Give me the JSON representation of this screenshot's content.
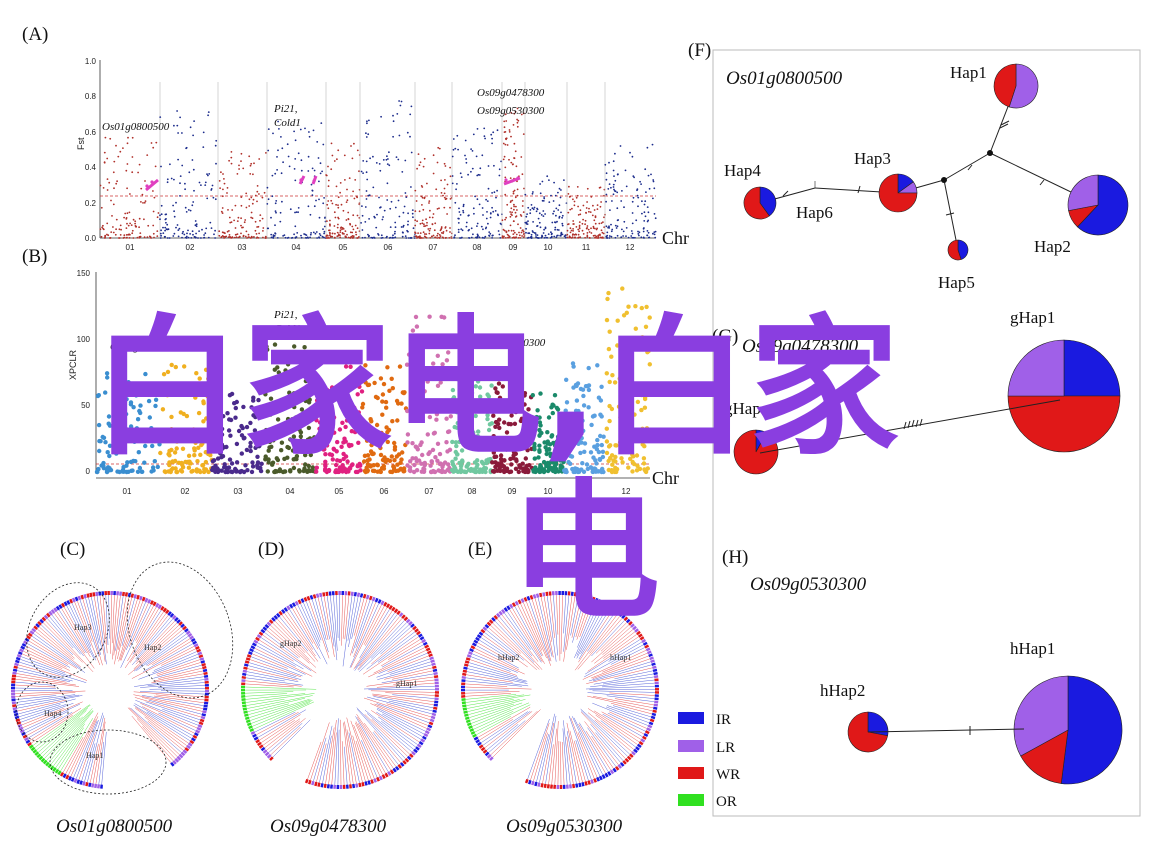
{
  "panels": {
    "A": {
      "letter": "(A)",
      "ylabel": "Fst",
      "yticks": [
        "0.0",
        "0.2",
        "0.4",
        "0.6",
        "0.8",
        "1.0"
      ],
      "chromosomes": [
        "01",
        "02",
        "03",
        "04",
        "05",
        "06",
        "07",
        "08",
        "09",
        "10",
        "11",
        "12"
      ],
      "chr_axis": "Chr",
      "annotations": [
        "Os01g0800500",
        "Pi21,",
        "Cold1",
        "Os09g0478300",
        "Os09g0530300"
      ],
      "colors": {
        "red": "#b0302a",
        "blue": "#1c2c8c",
        "pink": "#e040c0"
      }
    },
    "B": {
      "letter": "(B)",
      "ylabel": "XPCLR",
      "yticks": [
        "0",
        "50",
        "100",
        "150"
      ],
      "chromosomes": [
        "01",
        "02",
        "03",
        "04",
        "05",
        "06",
        "07",
        "08",
        "09",
        "10",
        "11",
        "12"
      ],
      "chr_axis": "Chr",
      "annotations": [
        "Os01g0800500",
        "Pi21,",
        "Cold1",
        "Os09g0530300"
      ],
      "colors": [
        "#3a8ed0",
        "#f0b020",
        "#4a2a8c",
        "#4a5a2a",
        "#e02080",
        "#e06a10",
        "#d070b0",
        "#70c8a0",
        "#8a1a3a",
        "#1a8a6a",
        "#5aa0e0",
        "#f0c030"
      ]
    },
    "C": {
      "letter": "(C)",
      "gene": "Os01g0800500",
      "labels": [
        "Hap3",
        "Hap2",
        "Hap4",
        "Hap1"
      ]
    },
    "D": {
      "letter": "(D)",
      "gene": "Os09g0478300",
      "labels": [
        "gHap2",
        "gHap1"
      ]
    },
    "E": {
      "letter": "(E)",
      "gene": "Os09g0530300",
      "labels": [
        "hHap2",
        "hHap1"
      ]
    },
    "F": {
      "letter": "(F)",
      "gene": "Os01g0800500",
      "labels": [
        "Hap1",
        "Hap2",
        "Hap3",
        "Hap4",
        "Hap5",
        "Hap6"
      ]
    },
    "G": {
      "letter": "(G)",
      "gene": "Os09g0478300",
      "labels": [
        "gHap1",
        "gHap"
      ]
    },
    "H": {
      "letter": "(H)",
      "gene": "Os09g0530300",
      "labels": [
        "hHap1",
        "hHap2"
      ]
    }
  },
  "legend": [
    {
      "label": "IR",
      "color": "#1a1ae0"
    },
    {
      "label": "LR",
      "color": "#a060e8"
    },
    {
      "label": "WR",
      "color": "#e01818"
    },
    {
      "label": "OR",
      "color": "#30e020"
    }
  ],
  "watermark": {
    "line1": "白家电,白家",
    "line2": "电",
    "color": "#8a3ee0"
  }
}
